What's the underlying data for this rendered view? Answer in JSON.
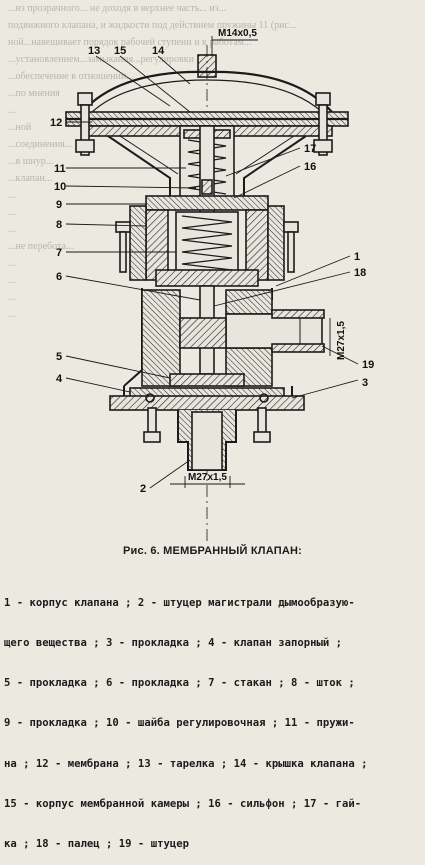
{
  "figure": {
    "caption": "Рис. 6. МЕМБРАННЫЙ КЛАПАН:",
    "dimensions": {
      "top": "M14x0,5",
      "side": "M27x1,5",
      "bottom": "M27x1,5"
    },
    "callouts": [
      "1",
      "2",
      "3",
      "4",
      "5",
      "6",
      "7",
      "8",
      "9",
      "10",
      "11",
      "12",
      "13",
      "14",
      "15",
      "16",
      "17",
      "18",
      "19"
    ]
  },
  "legend": {
    "lines": [
      "1 - корпус клапана ; 2 - штуцер магистрали дымообразую-",
      "щего вещества ; 3 - прокладка ; 4 - клапан запорный ;",
      "5 - прокладка ; 6 - прокладка ; 7 - стакан ; 8 - шток ;",
      "9 - прокладка ; 10 - шайба регулировочная ; 11 - пружи-",
      "на ; 12 - мембрана ; 13 - тарелка ; 14 - крышка клапана ;",
      "15 - корпус мембранной камеры ; 16 - сильфон ; 17 - гай-",
      "ка ; 18 - палец ; 19 - штуцер"
    ]
  },
  "background_text": [
    "...из прозрачного... не доходя в верхнее часть... из...",
    "подвижного клапана, и жидкости под действием пружины 11 (рис...",
    "ной...навешивает порядок рабочей ступени и к работам...",
    "...установлением...замыкания...регулировки",
    "...обеспечение в отношении...",
    "...по мнения",
    "...",
    "...ной",
    "...соединения...",
    "...в шнур...",
    "...клапан...",
    "...",
    "...",
    "...",
    "...не перебота...",
    "...",
    "...",
    "...",
    "..."
  ]
}
